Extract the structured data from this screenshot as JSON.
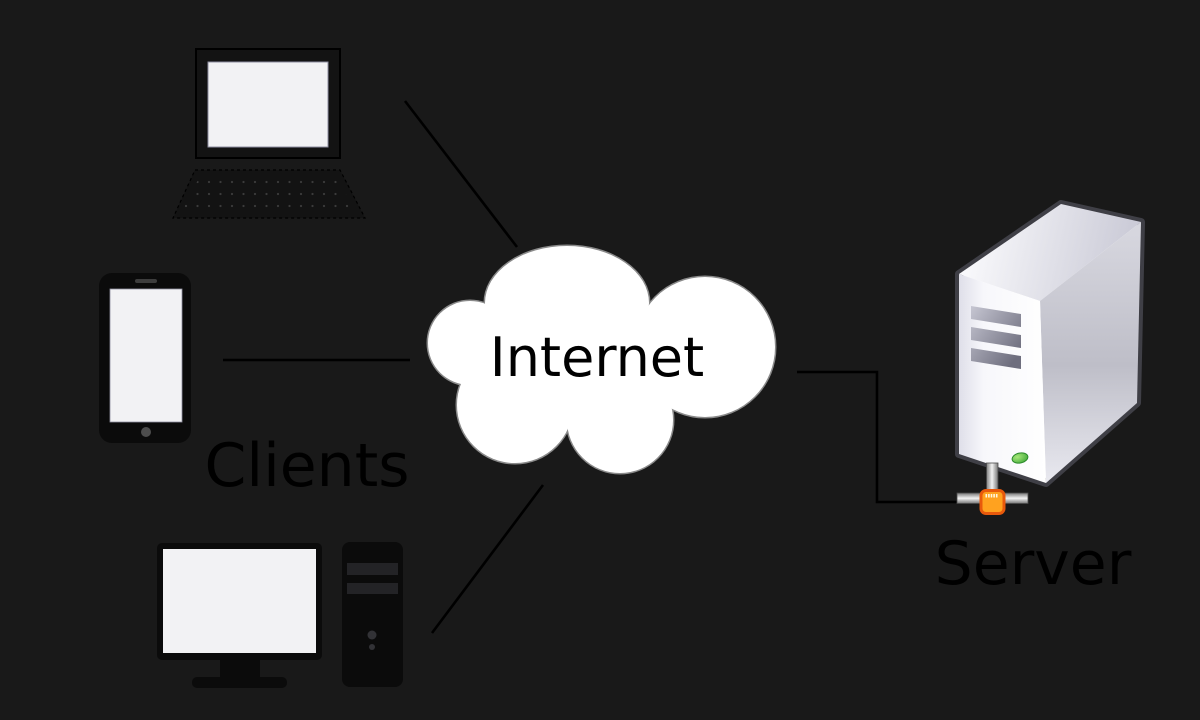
{
  "diagram": {
    "labels": {
      "internet": "Internet",
      "clients": "Clients",
      "server": "Server"
    },
    "nodes": [
      {
        "id": "laptop",
        "icon": "laptop-icon",
        "group": "Clients"
      },
      {
        "id": "smartphone",
        "icon": "smartphone-icon",
        "group": "Clients"
      },
      {
        "id": "desktop",
        "icon": "desktop-icon",
        "group": "Clients"
      },
      {
        "id": "internet-cloud",
        "icon": "cloud-icon",
        "label": "Internet"
      },
      {
        "id": "server",
        "icon": "server-tower-icon",
        "label": "Server"
      }
    ],
    "connections": [
      {
        "from": "laptop",
        "to": "internet-cloud"
      },
      {
        "from": "smartphone",
        "to": "internet-cloud"
      },
      {
        "from": "desktop",
        "to": "internet-cloud"
      },
      {
        "from": "internet-cloud",
        "to": "server"
      }
    ],
    "colors": {
      "background": "#191919",
      "cloud_fill": "#ffffff",
      "cloud_stroke": "#8a8a8a",
      "connection_line": "#000000",
      "label_text": "#000000",
      "device_fill": "#0b0b0b",
      "screen_fill": "#f2f2f4",
      "server_outline": "#3f3f46",
      "server_led_green": "#2f9e2f",
      "server_connector_orange": "#ffa21f"
    }
  }
}
